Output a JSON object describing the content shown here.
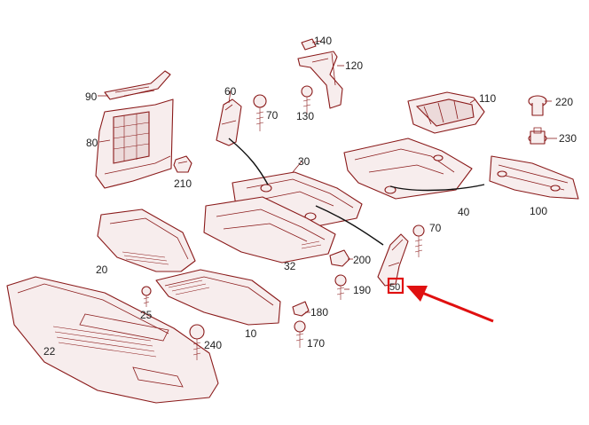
{
  "diagram": {
    "callouts": {
      "c90": "90",
      "c80": "80",
      "c210": "210",
      "c60": "60",
      "c70a": "70",
      "c140": "140",
      "c120": "120",
      "c130": "130",
      "c110": "110",
      "c220": "220",
      "c230": "230",
      "c30": "30",
      "c100": "100",
      "c40": "40",
      "c70b": "70",
      "c20": "20",
      "c32": "32",
      "c200": "200",
      "c190": "190",
      "c25": "25",
      "c10": "10",
      "c180": "180",
      "c170": "170",
      "c22": "22",
      "c240": "240",
      "c50": "50"
    },
    "highlight_color": "#e01010",
    "line_color": "#8a1a1a"
  }
}
